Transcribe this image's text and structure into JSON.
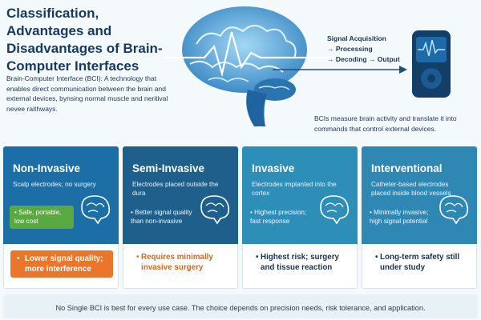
{
  "title": "Classification, Advantages and Disadvantages of Brain-Computer Interfaces",
  "intro": "Brain-Computer Interface (BCI): A technology that enables direct communication between the brain and external devices, bynsing normal muscle and neritival nevee raithways.",
  "pipeline": {
    "line1": "Signal Acquisition",
    "line2": "→ Processing",
    "line3": "→ Decoding → Output"
  },
  "summary": "BCIs measure brain activity and translate it into commands that control external devices.",
  "colors": {
    "card1": "#1b6fa6",
    "card2": "#1f5f8c",
    "card3": "#2d8eb8",
    "card4": "#2f87b4",
    "orange": "#e9762b",
    "green": "#5aa842",
    "navy": "#163a5f"
  },
  "cards": [
    {
      "title": "Non-Invasive",
      "desc": "Scalp electrodes; no surgery",
      "pros": "• Safe, portable, low cost",
      "con_bullet": "•",
      "con": "Lower signal quality; more interference",
      "icon": "brain-icon"
    },
    {
      "title": "Semi-Invasive",
      "desc": "Electrodes placed outside the dura",
      "pros": "• Better signal quality than non-invasive",
      "con_bullet": "•",
      "con": "Requires minimally invasive surgery",
      "icon": "brain-icon"
    },
    {
      "title": "Invasive",
      "desc": "Electrodes implanted into the cortex",
      "pros": "• Highest precision; fast response",
      "con_bullet": "•",
      "con": "Highest risk; surgery and tissue reaction",
      "icon": "brain-icon"
    },
    {
      "title": "Interventional",
      "desc": "Catheter-based electrodes placed inside blood vessels",
      "pros": "• Minimally invasive; high signal potential",
      "con_bullet": "•",
      "con": "Long-term safety still under study",
      "icon": "brain-icon"
    }
  ],
  "footer": "No Single BCI is best for every use case. The choice depends on precision needs, risk tolerance, and application."
}
